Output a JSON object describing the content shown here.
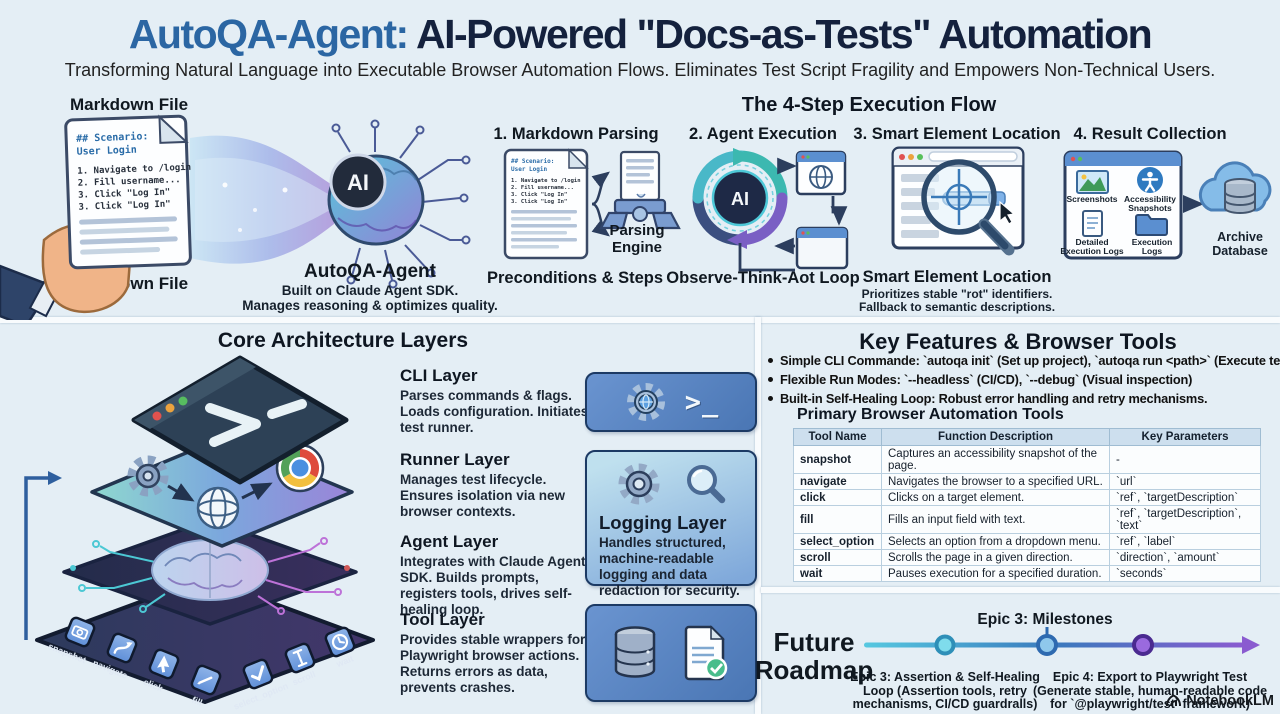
{
  "header": {
    "title_accent": "AutoQA-Agent:",
    "title_rest": "AI-Powered \"Docs-as-Tests\" Automation",
    "subtitle": "Transforming Natural Language into Executable Browser Automation Flows. Eliminates Test Script Fragility and Empowers Non-Technical Users."
  },
  "markdown_input": {
    "label_top": "Markdown File",
    "label_bottom": "Markdown File",
    "doc": {
      "heading1": "## Scenario:",
      "heading2": "User Login",
      "line1": "1. Navigate to /login",
      "line2": "2. Fill username...",
      "line3": "3. Click \"Log In\"",
      "line4": "3. Click \"Log In\""
    },
    "agent": {
      "ai_badge": "AI",
      "name": "AutoQA-Agent",
      "desc1": "Built on Claude Agent SDK.",
      "desc2": "Manages reasoning & optimizes quality."
    }
  },
  "execution_flow": {
    "title": "The 4-Step Execution Flow",
    "steps": [
      {
        "title": "1. Markdown Parsing",
        "icon_label": "Parsing Engine",
        "caption": "Preconditions & Steps"
      },
      {
        "title": "2. Agent Execution",
        "ai_badge": "AI",
        "caption": "Observe-Think-Aot Loop"
      },
      {
        "title": "3. Smart Element Location",
        "caption": "Smart Element Location",
        "sub1": "Prioritizes stable \"rot\" identifiers.",
        "sub2": "Fallback to semantic descriptions."
      },
      {
        "title": "4. Result Collection",
        "items": [
          [
            "Screenshots"
          ],
          [
            "Accessibility",
            "Snapshots"
          ],
          [
            "Detailed",
            "Execution Logs"
          ],
          [
            "Execution",
            "Logs"
          ]
        ],
        "target": "Archive Database"
      }
    ]
  },
  "architecture": {
    "title": "Core Architecture Layers",
    "layers": [
      {
        "name": "CLI Layer",
        "desc": "Parses commands & flags. Loads configuration. Initiates test runner."
      },
      {
        "name": "Runner Layer",
        "desc": "Manages test lifecycle. Ensures isolation via new browser contexts."
      },
      {
        "name": "Agent Layer",
        "desc": "Integrates with Claude Agent SDK. Builds prompts, registers tools, drives self-healing loop."
      },
      {
        "name": "Tool Layer",
        "desc": "Provides stable wrappers for Playwright browser actions. Returns errors as data, prevents crashes."
      }
    ],
    "logging_card": {
      "name": "Logging Layer",
      "desc": "Handles structured, machine-readable logging and data redaction for security."
    },
    "terminal_prompt": ">_",
    "tool_tiles": [
      "snapshot",
      "navigate",
      "click",
      "fill",
      "select_option",
      "scroll",
      "wait"
    ]
  },
  "features": {
    "title": "Key Features & Browser Tools",
    "bullets": [
      {
        "bold": "Simple CLI Commande:",
        "rest": " `autoqa init` (Set up project), `autoqa run <path>` (Execute tests)"
      },
      {
        "bold": "Flexible Run Modes:",
        "rest": " `--headless` (CI/CD), `--debug` (Visual inspection)"
      },
      {
        "bold": "Built-in Self-Healing Loop",
        "rest": ": Robust error handling and retry mechanisms."
      }
    ],
    "table_title": "Primary Browser Automation Tools",
    "table": {
      "headers": [
        "Tool Name",
        "Function Description",
        "Key Parameters"
      ],
      "rows": [
        [
          "snapshot",
          "Captures an accessibility snapshot of the page.",
          "-"
        ],
        [
          "navigate",
          "Navigates the browser to a specified URL.",
          "`url`"
        ],
        [
          "click",
          "Clicks on a target element.",
          "`ref`, `targetDescription`"
        ],
        [
          "fill",
          "Fills an input field with text.",
          "`ref`, `targetDescription`, `text`"
        ],
        [
          "select_option",
          "Selects an option from a dropdown menu.",
          "`ref`, `label`"
        ],
        [
          "scroll",
          "Scrolls the page in a given direction.",
          "`direction`, `amount`"
        ],
        [
          "wait",
          "Pauses execution for a specified duration.",
          "`seconds`"
        ]
      ]
    }
  },
  "roadmap": {
    "title_line1": "Future",
    "title_line2": "Roadmap",
    "milestone_label": "Epic 3: Milestones",
    "epic3_bold": "Epic 3: Assertion & Self-Healing Loop",
    "epic3_rest": " (Assertion tools, retry mechanisms, CI/CD guardralls)",
    "epic4_bold": "Epic 4: Export to Playwright Test",
    "epic4_rest": "(Generate stable, human-readable code for `@playwright/test` framework)"
  },
  "branding": {
    "notebooklm": "NotebookLM"
  },
  "colors": {
    "background": "#e4eef5",
    "accent_blue": "#2b66a3",
    "navy": "#14213d",
    "card_blue": "#4a76b4",
    "card_light": "#a9d2e6",
    "timeline_cyan": "#56c8e0",
    "timeline_purple": "#8a5bd0",
    "table_header_bg": "#cddfee"
  }
}
